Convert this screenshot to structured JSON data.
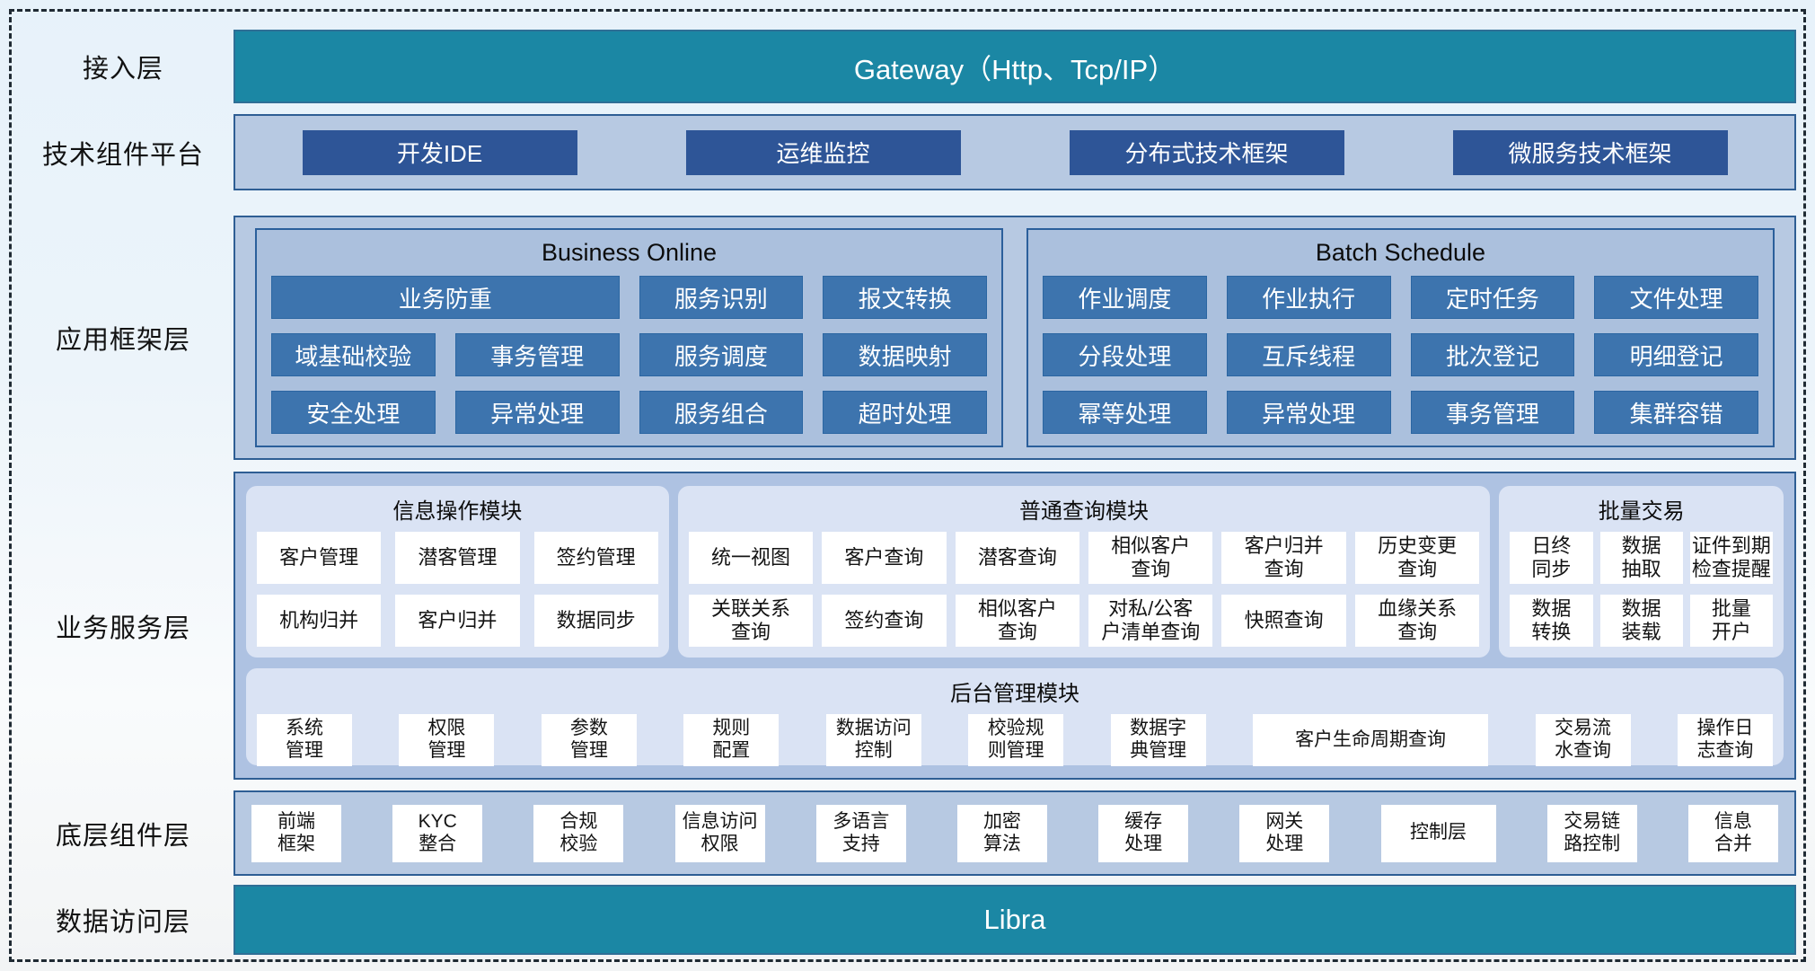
{
  "layers": {
    "access": {
      "label": "接入层",
      "gateway": "Gateway（Http、Tcp/IP）"
    },
    "tech": {
      "label": "技术组件平台",
      "items": [
        "开发IDE",
        "运维监控",
        "分布式技术框架",
        "微服务技术框架"
      ]
    },
    "app_framework": {
      "label": "应用框架层",
      "business_online": {
        "title": "Business Online",
        "items": [
          "业务防重",
          "服务识别",
          "报文转换",
          "域基础校验",
          "事务管理",
          "服务调度",
          "数据映射",
          "安全处理",
          "异常处理",
          "服务组合",
          "超时处理"
        ]
      },
      "batch_schedule": {
        "title": "Batch Schedule",
        "items": [
          "作业调度",
          "作业执行",
          "定时任务",
          "文件处理",
          "分段处理",
          "互斥线程",
          "批次登记",
          "明细登记",
          "幂等处理",
          "异常处理",
          "事务管理",
          "集群容错"
        ]
      }
    },
    "business_service": {
      "label": "业务服务层",
      "info_ops": {
        "title": "信息操作模块",
        "items": [
          "客户管理",
          "潜客管理",
          "签约管理",
          "机构归并",
          "客户归并",
          "数据同步"
        ]
      },
      "general_query": {
        "title": "普通查询模块",
        "items": [
          "统一视图",
          "客户查询",
          "潜客查询",
          "相似客户\n查询",
          "客户归并\n查询",
          "历史变更\n查询",
          "关联关系\n查询",
          "签约查询",
          "相似客户\n查询",
          "对私/公客\n户清单查询",
          "快照查询",
          "血缘关系\n查询"
        ]
      },
      "batch_trade": {
        "title": "批量交易",
        "items": [
          "日终\n同步",
          "数据\n抽取",
          "证件到期\n检查提醒",
          "数据\n转换",
          "数据\n装载",
          "批量\n开户"
        ]
      },
      "admin": {
        "title": "后台管理模块",
        "items": [
          "系统\n管理",
          "权限\n管理",
          "参数\n管理",
          "规则\n配置",
          "数据访问\n控制",
          "校验规\n则管理",
          "数据字\n典管理",
          "客户生命周期查询",
          "交易流\n水查询",
          "操作日\n志查询"
        ]
      }
    },
    "bottom_components": {
      "label": "底层组件层",
      "items": [
        "前端\n框架",
        "KYC\n整合",
        "合规\n校验",
        "信息访问\n权限",
        "多语言\n支持",
        "加密\n算法",
        "缓存\n处理",
        "网关\n处理",
        "控制层",
        "交易链\n路控制",
        "信息\n合并"
      ]
    },
    "data_access": {
      "label": "数据访问层",
      "bar": "Libra"
    }
  },
  "colors": {
    "teal_bar": "#1b87a4",
    "dark_blue_button": "#2e5597",
    "mid_blue_button": "#3d74ae",
    "container_bg": "#b7c9e2",
    "container_border": "#2e5e94",
    "app_panel_bg": "#abc0dd",
    "service_container_bg": "#aec2e2",
    "inner_panel_bg": "#dae3f4",
    "white_button": "#ffffff"
  }
}
